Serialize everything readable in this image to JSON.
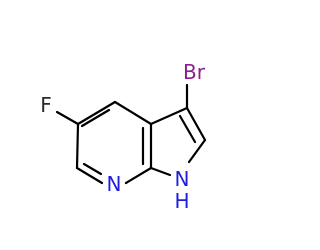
{
  "molecule": {
    "atoms": {
      "bromine": {
        "label": "Br",
        "color": "#8a1f8f"
      },
      "fluorine": {
        "label": "F",
        "color": "#2a2a2a"
      },
      "pyridine_nitrogen": {
        "label": "N",
        "color": "#1e1edc"
      },
      "pyrrole_nitrogen": {
        "label": "N",
        "color": "#1e1edc"
      },
      "pyrrole_hydrogen": {
        "label": "H",
        "color": "#1e1edc"
      }
    },
    "bond_color": "#000000"
  }
}
